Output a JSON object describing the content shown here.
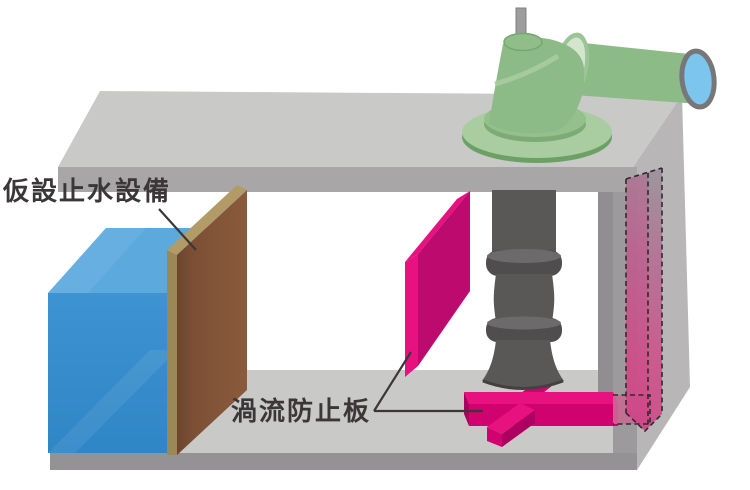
{
  "figure": {
    "type": "isometric cutaway diagram of a pump sump",
    "labels": {
      "temporary_water_stop": "仮設止水設備",
      "vortex_prevention_plate": "渦流防止板"
    },
    "colors": {
      "label": "#3b3738",
      "concrete_light": "#c9c9c7",
      "concrete_mid": "#a8a6a7",
      "concrete_wall": "#9c9a9c",
      "concrete_wall_inner": "#908e91",
      "concrete_floor_front": "#949295",
      "concrete_outer": "#b8b6b7",
      "water_top": "#5ba9dd",
      "water_front": "#3e93d1",
      "water_front_deep": "#2f86c6",
      "stopwall_brown": "#7d5036",
      "stopwall_brown_dark": "#6e442e",
      "stopwall_brown_light": "#8a5a3c",
      "stopwall_tan": "#b29b67",
      "stopwall_tan_dark": "#9c8756",
      "pink_bright": "#e7117f",
      "pink_face": "#bc0a6e",
      "pink_front": "#cf0270",
      "pink_side": "#ad0161",
      "pink_hidden": "#c76a93",
      "pump_gray": "#5a5757",
      "pump_flange": "#504d4e",
      "pump_flange_top": "#6d6a6b",
      "pump_dark": "#434041",
      "pipe_green": "#8cbb87",
      "green_light": "#a9cda1",
      "green_dark": "#6ca166",
      "green_disc": "#d3e5cc",
      "green_disc_rim": "#9cc496",
      "green_highlight": "#a7cc9f",
      "rod_gray": "#9d9d9d",
      "pipe_opening_blue": "#7cc5ef",
      "pipe_ring_gray": "#77777a",
      "dash_color": "#2e2b2c"
    }
  }
}
